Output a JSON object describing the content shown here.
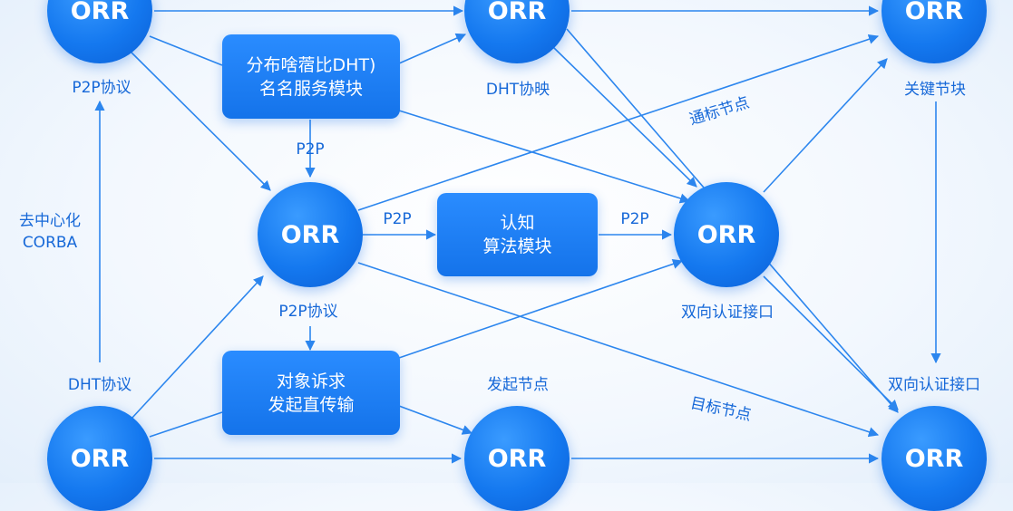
{
  "colors": {
    "accent": "#1677ee",
    "line": "#2c86ee",
    "label": "#1668d8",
    "background": "#eef5fd"
  },
  "nodes": {
    "top_left": "ORR",
    "top_mid": "ORR",
    "top_right": "ORR",
    "center": "ORR",
    "mid_right": "ORR",
    "bottom_left": "ORR",
    "bottom_mid": "ORR",
    "bottom_right": "ORR"
  },
  "boxes": {
    "dht": {
      "line1": "分布啥蓿比DHT)",
      "line2": "名名服务模块"
    },
    "cognitive": {
      "line1": "认知",
      "line2": "算法模块"
    },
    "request": {
      "line1": "对象诉求",
      "line2": "发起直传输"
    }
  },
  "labels": {
    "p2p_protocol_top": "P2P协议",
    "dht_mapping": "DHT协映",
    "key_node": "关键节块",
    "target_node_upper": "通标节点",
    "p2p_down": "P2P",
    "decentralized": "去中心化",
    "corba": "CORBA",
    "p2p_left": "P2P",
    "p2p_right": "P2P",
    "p2p_protocol_center": "P2P协议",
    "bidirectional_auth_mid": "双向认证接口",
    "dht_protocol": "DHT协议",
    "initiating_node": "发起节点",
    "target_node_lower": "目标节点",
    "bidirectional_auth_right": "双向认证接口"
  }
}
